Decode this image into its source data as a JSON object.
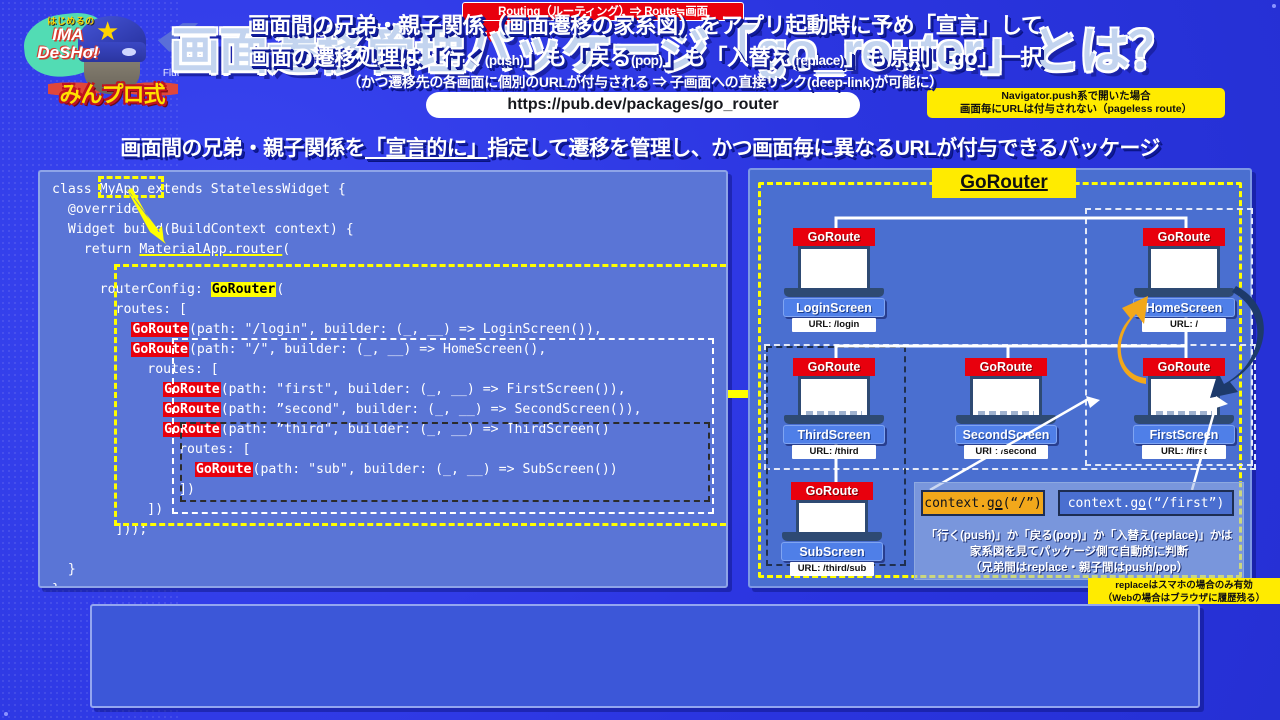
{
  "background": {
    "color": "#2f3ae8"
  },
  "logo": {
    "line1": "はじめるの",
    "line2": "IMA",
    "line3": "DeSHo!",
    "brand": "みんプロ式",
    "flutter_label": "Flutter"
  },
  "header": {
    "routing_banner": "Routing（ルーティング）⇒ Route≒画面",
    "title": "画面遷移管理パッケージ「go_router」とは？",
    "url": "https://pub.dev/packages/go_router",
    "nav_push_note_line1": "Navigator.push系で開いた場合",
    "nav_push_note_line2": "画面毎にURLは付与されない（pageless route）",
    "subtitle_part1": "画面間の兄弟・親子関係を",
    "subtitle_underline": "「宣言的に」",
    "subtitle_part2": "指定して遷移を管理し、かつ画面毎に異なるURLが付与できるパッケージ"
  },
  "code": {
    "lines": [
      "class MyApp extends StatelessWidget {",
      "  @override",
      "  Widget build(BuildContext context) {",
      "    return MaterialApp.router(",
      "",
      "      routerConfig: GoRouter(",
      "        routes: [",
      "          GoRoute(path: \"/login\", builder: (_, __) => LoginScreen()),",
      "          GoRoute(path: \"/\", builder: (_, __) => HomeScreen(),",
      "            routes: [",
      "              GoRoute(path: \"first\", builder: (_, __) => FirstScreen()),",
      "              GoRoute(path: ”second\", builder: (_, __) => SecondScreen()),",
      "              GoRoute(path: ”third\", builder: (_, __) => ThirdScreen()",
      "                routes: [",
      "                  GoRoute(path: \"sub\", builder: (_, __) => SubScreen())",
      "                ])",
      "            ])",
      "        ]))",
      "      ;",
      "  }",
      "}"
    ],
    "highlights": {
      "myapp": "MyApp",
      "material_app_router": "MaterialApp.router",
      "go_router": "GoRouter",
      "go_route": "GoRoute"
    }
  },
  "diagram": {
    "title": "GoRouter",
    "route_badge": "GoRoute",
    "nodes": [
      {
        "id": "login",
        "name": "LoginScreen",
        "url": "URL: /login"
      },
      {
        "id": "home",
        "name": "HomeScreen",
        "url": "URL: /"
      },
      {
        "id": "third",
        "name": "ThirdScreen",
        "url": "URL: /third"
      },
      {
        "id": "second",
        "name": "SecondScreen",
        "url": "URL: /second"
      },
      {
        "id": "first",
        "name": "FirstScreen",
        "url": "URL: /first"
      },
      {
        "id": "sub",
        "name": "SubScreen",
        "url": "URL: /third/sub"
      }
    ],
    "ctx_go_root": "context.go(“/”)",
    "ctx_go_first": "context.go(“/first”)",
    "judge_line1": "「行く(push)」か「戻る(pop)」か「入替え(replace)」かは",
    "judge_line2": "家系図を見てパッケージ側で自動的に判断",
    "judge_line3": "（兄弟間はreplace・親子間はpush/pop）",
    "replace_note_line1": "replaceはスマホの場合のみ有効",
    "replace_note_line2": "（Webの場合はブラウザに履歴残る）"
  },
  "bottom": {
    "line1": "画面間の兄弟・親子関係（画面遷移の家系図）をアプリ起動時に予め「宣言」して",
    "line2_a": "画面の遷移処理は「行く",
    "line2_push": "(push)",
    "line2_b": "」も「戻る",
    "line2_pop": "(pop)",
    "line2_c": "」も「入替え",
    "line2_replace": "(replace)",
    "line2_d": "」も原則「go」一択",
    "line3": "（かつ遷移先の各画面に個別のURLが付与される ⇒ 子画面への直接リンク(deep-link)が可能に）"
  }
}
